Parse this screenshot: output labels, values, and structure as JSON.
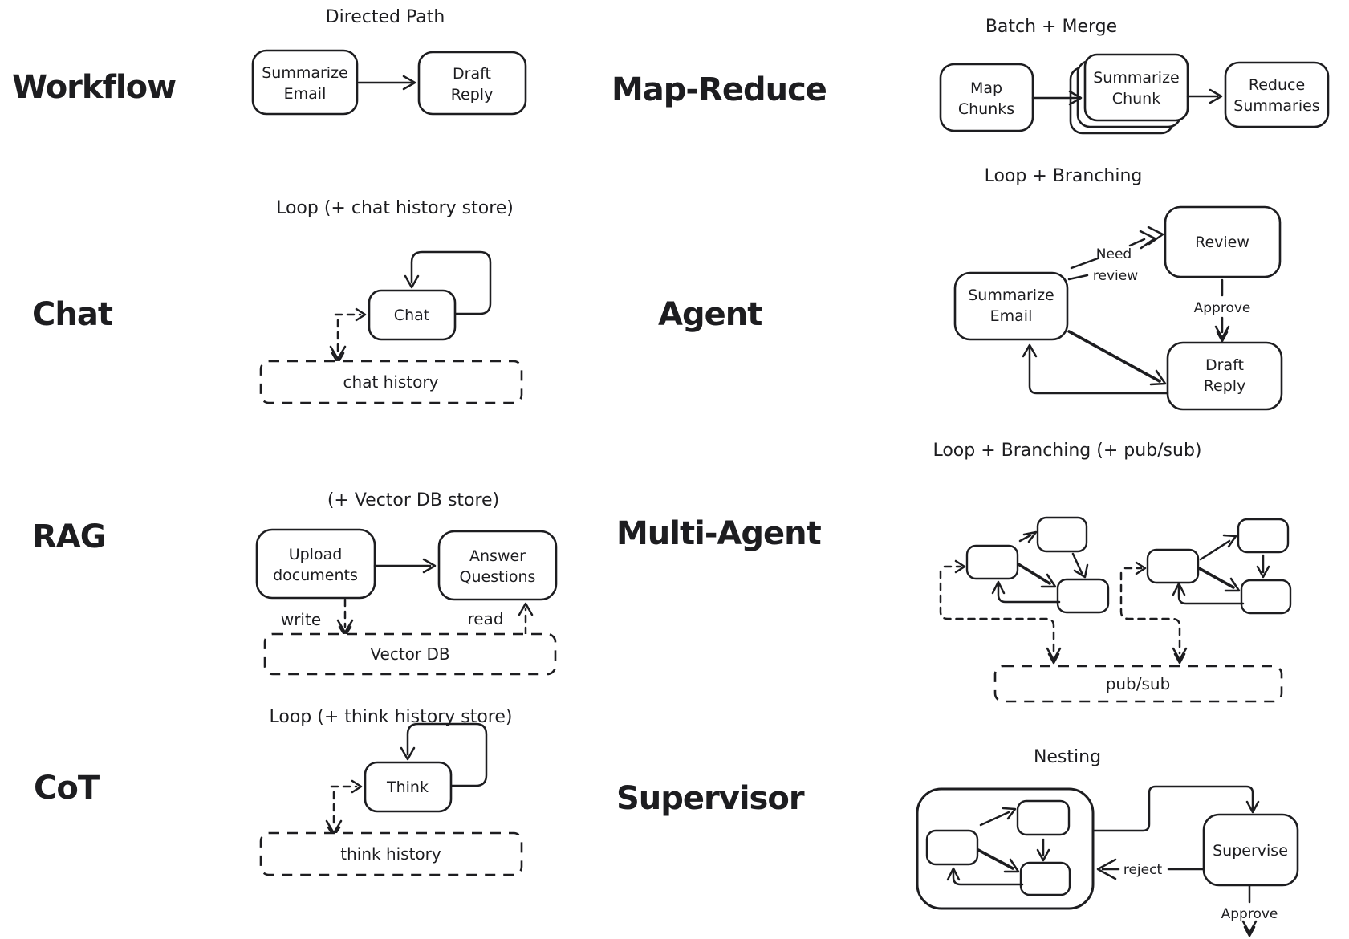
{
  "ink": "#1d1d20",
  "background": "#ffffff",
  "diagram": {
    "workflow": {
      "label": "Workflow",
      "pattern": "Directed Path",
      "node_summarize": [
        "Summarize",
        "Email"
      ],
      "node_draft": [
        "Draft",
        "Reply"
      ]
    },
    "map_reduce": {
      "label": "Map-Reduce",
      "pattern": "Batch + Merge",
      "node_map": [
        "Map",
        "Chunks"
      ],
      "node_summarize": [
        "Summarize",
        "Chunk"
      ],
      "node_reduce": [
        "Reduce",
        "Summaries"
      ]
    },
    "chat": {
      "label": "Chat",
      "pattern": "Loop (+ chat history store)",
      "node_chat": "Chat",
      "store": "chat history"
    },
    "agent": {
      "label": "Agent",
      "pattern": "Loop + Branching",
      "node_review": "Review",
      "node_summarize": [
        "Summarize",
        "Email"
      ],
      "node_draft": [
        "Draft",
        "Reply"
      ],
      "edge_need_review": [
        "Need",
        "review"
      ],
      "edge_approve": "Approve"
    },
    "rag": {
      "label": "RAG",
      "pattern": "(+ Vector DB store)",
      "node_upload": [
        "Upload",
        "documents"
      ],
      "node_answer": [
        "Answer",
        "Questions"
      ],
      "edge_write": "write",
      "edge_read": "read",
      "store": "Vector DB"
    },
    "multi_agent": {
      "label": "Multi-Agent",
      "pattern": "Loop + Branching (+ pub/sub)",
      "store": "pub/sub"
    },
    "cot": {
      "label": "CoT",
      "pattern": "Loop (+ think history store)",
      "node_think": "Think",
      "store": "think history"
    },
    "supervisor": {
      "label": "Supervisor",
      "pattern": "Nesting",
      "node_supervise": "Supervise",
      "edge_reject": "reject",
      "edge_approve": "Approve"
    }
  }
}
